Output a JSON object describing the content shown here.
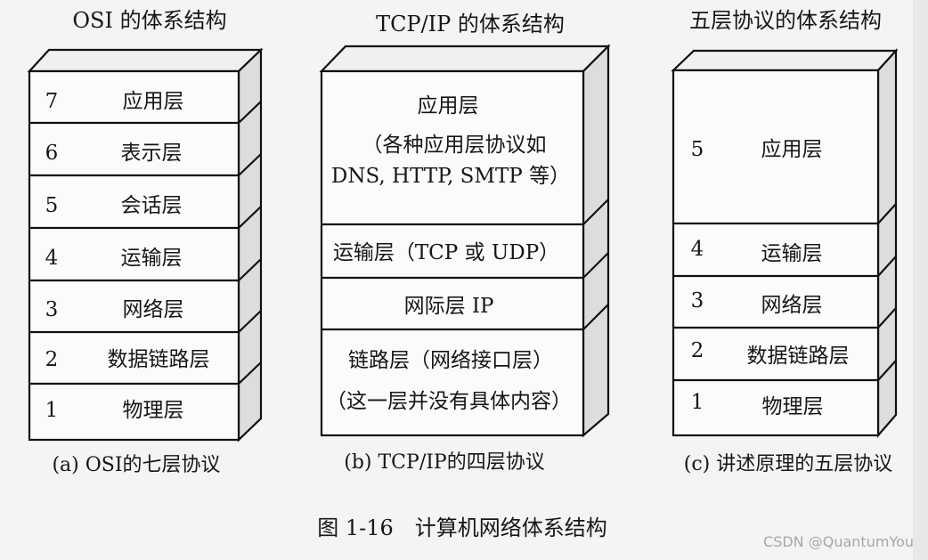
{
  "osi": {
    "title": "OSI 的体系结构",
    "caption": "(a) OSI的七层协议",
    "layers": [
      {
        "num": "7",
        "name": "应用层"
      },
      {
        "num": "6",
        "name": "表示层"
      },
      {
        "num": "5",
        "name": "会话层"
      },
      {
        "num": "4",
        "name": "运输层"
      },
      {
        "num": "3",
        "name": "网络层"
      },
      {
        "num": "2",
        "name": "数据链路层"
      },
      {
        "num": "1",
        "name": "物理层"
      }
    ]
  },
  "tcpip": {
    "title": "TCP/IP 的体系结构",
    "caption": "(b) TCP/IP的四层协议",
    "app_name": "应用层",
    "app_detail_1": "（各种应用层协议如",
    "app_detail_2": "DNS, HTTP, SMTP 等）",
    "transport": "运输层（TCP 或 UDP）",
    "internet": "网际层 IP",
    "link_1": "链路层（网络接口层）",
    "link_2": "（这一层并没有具体内容）"
  },
  "five": {
    "title": "五层协议的体系结构",
    "caption": "(c) 讲述原理的五层协议",
    "layers": [
      {
        "num": "5",
        "name": "应用层"
      },
      {
        "num": "4",
        "name": "运输层"
      },
      {
        "num": "3",
        "name": "网络层"
      },
      {
        "num": "2",
        "name": "数据链路层"
      },
      {
        "num": "1",
        "name": "物理层"
      }
    ]
  },
  "figure_caption": "图 1-16　计算机网络体系结构",
  "watermark": "CSDN @QuantumYou"
}
